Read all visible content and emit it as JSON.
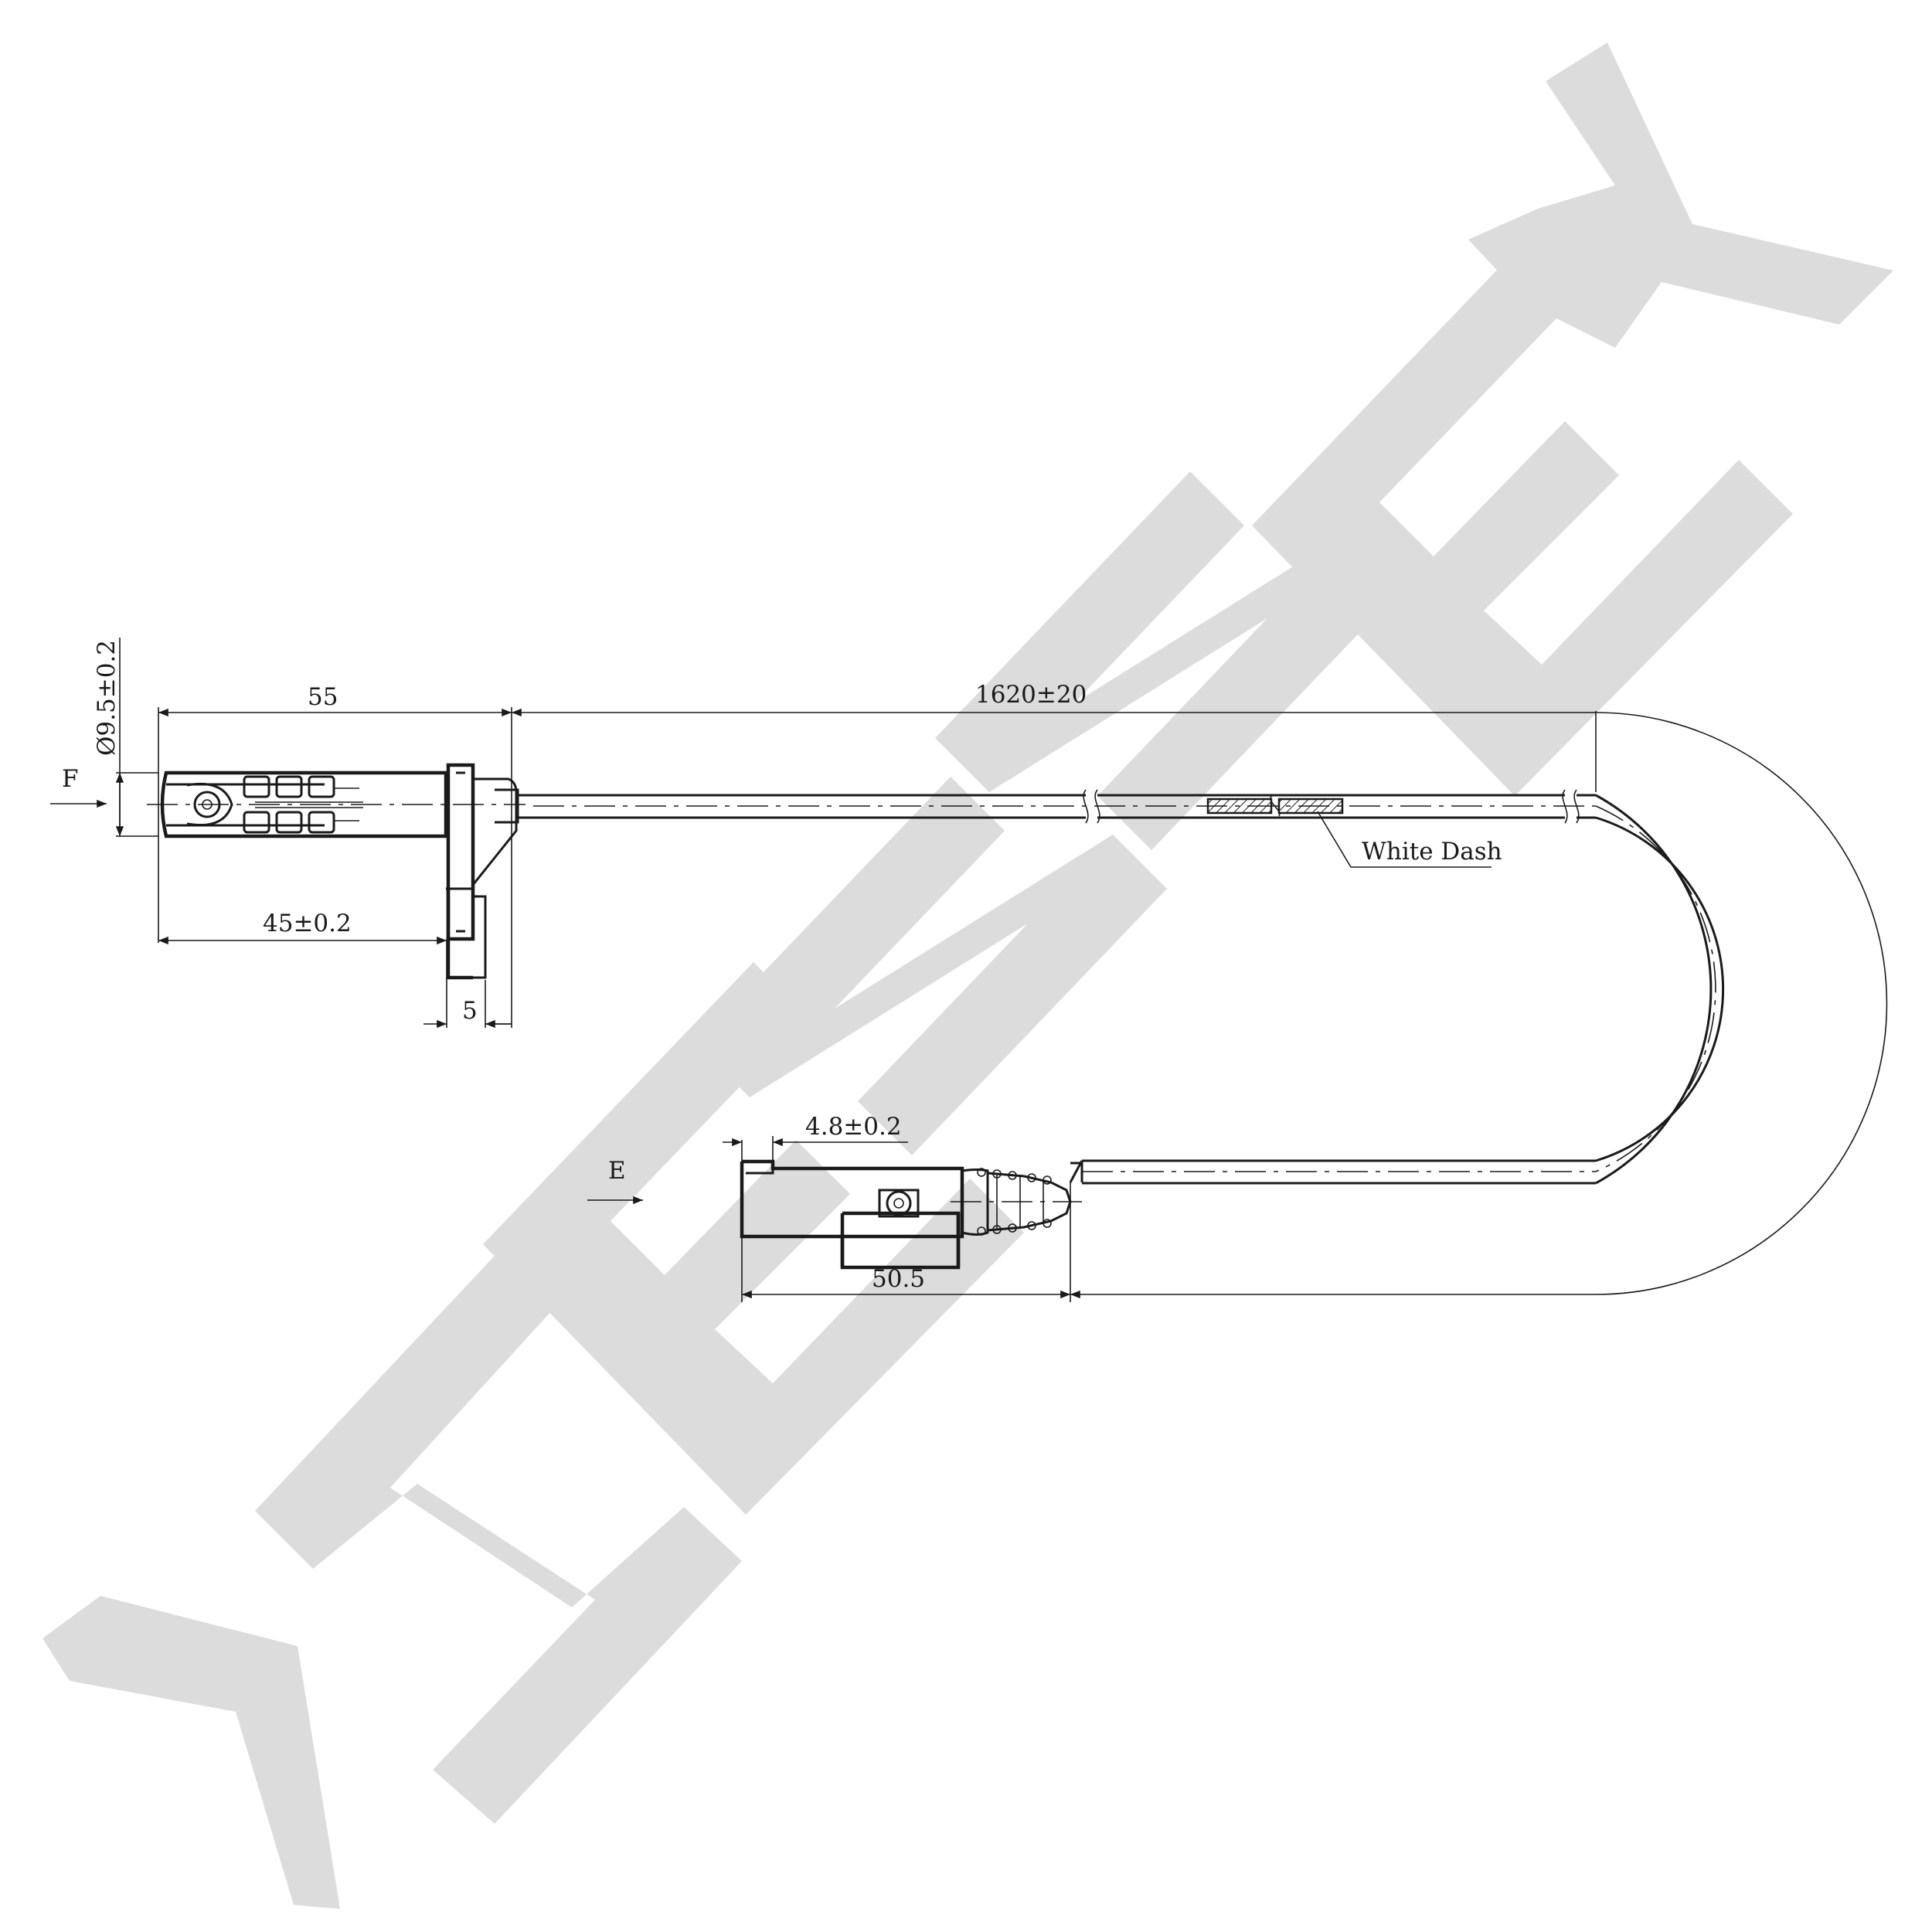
{
  "watermark": {
    "text": "ZENNEK",
    "color": "#dcdcdc"
  },
  "labels": {
    "view_f": "F",
    "view_e": "E",
    "diameter": "Ø9.5±0.2",
    "length_55": "55",
    "length_total": "1620±20",
    "length_45": "45±0.2",
    "width_5": "5",
    "width_4_8": "4.8±0.2",
    "length_50_5": "50.5",
    "white_dash": "White Dash"
  },
  "colors": {
    "line": "#1a1a1a",
    "hatch": "#1a1a1a",
    "background": "#ffffff"
  }
}
